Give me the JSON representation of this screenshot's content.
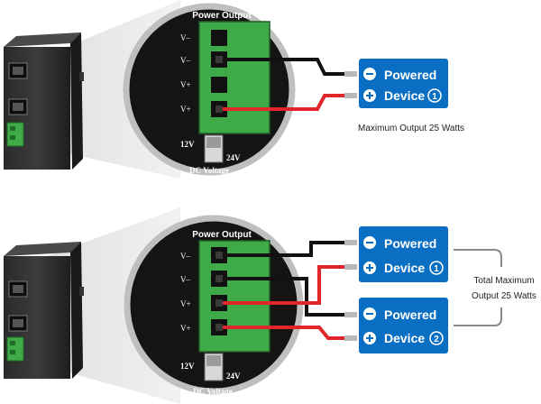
{
  "panels": [
    {
      "id": "single",
      "terminal_title": "Power Output",
      "pins": [
        "V–",
        "V–",
        "V+",
        "V+"
      ],
      "switch_left": "12V",
      "switch_right": "24V",
      "switch_caption": "DC Voltage",
      "devices": [
        {
          "line1": "Powered",
          "line2": "Device",
          "number": "1"
        }
      ],
      "note": "Maximum Output 25 Watts"
    },
    {
      "id": "dual",
      "terminal_title": "Power Output",
      "pins": [
        "V–",
        "V–",
        "V+",
        "V+"
      ],
      "switch_left": "12V",
      "switch_right": "24V",
      "switch_caption": "DC Voltage",
      "devices": [
        {
          "line1": "Powered",
          "line2": "Device",
          "number": "1"
        },
        {
          "line1": "Powered",
          "line2": "Device",
          "number": "2"
        }
      ],
      "note_line1": "Total Maximum",
      "note_line2": "Output 25 Watts"
    }
  ],
  "colors": {
    "device_blue": "#0a6fc2",
    "terminal_green": "#3faa48",
    "wire_red": "#e0262b",
    "wire_black": "#111111",
    "inset_bg": "#141414"
  },
  "icons": [
    "minus-circle-icon",
    "plus-circle-icon",
    "number-circle-icon",
    "ethernet-port-icon"
  ]
}
